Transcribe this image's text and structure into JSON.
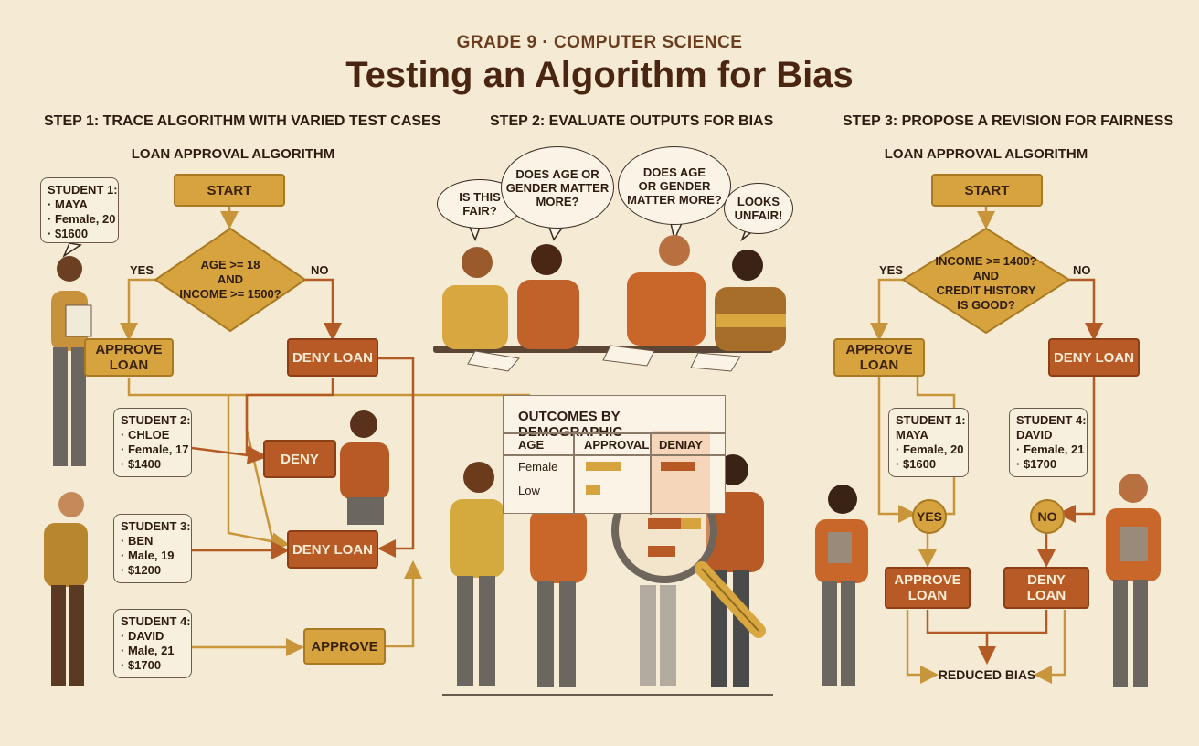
{
  "header": {
    "kicker": "GRADE 9 · COMPUTER SCIENCE",
    "title": "Testing an Algorithm for Bias"
  },
  "step1": {
    "heading": "STEP 1: TRACE ALGORITHM WITH VARIED TEST CASES",
    "subheading": "LOAN APPROVAL ALGORITHM",
    "start": "START",
    "decision_line1": "AGE >= 18",
    "decision_line2": "AND",
    "decision_line3": "INCOME >= 1500?",
    "yes": "YES",
    "no": "NO",
    "approve_loan_line1": "APPROVE",
    "approve_loan_line2": "LOAN",
    "deny_loan_top": "DENY LOAN",
    "deny": "DENY",
    "deny_loan_bottom": "DENY LOAN",
    "approve": "APPROVE",
    "students": [
      {
        "label": "STUDENT 1:",
        "name": "· MAYA",
        "info": "· Female, 20",
        "income": "· $1600"
      },
      {
        "label": "STUDENT 2:",
        "name": "· CHLOE",
        "info": "· Female, 17",
        "income": "· $1400"
      },
      {
        "label": "STUDENT 3:",
        "name": "· BEN",
        "info": "· Male, 19",
        "income": "· $1200"
      },
      {
        "label": "STUDENT 4:",
        "name": "· DAVID",
        "info": "· Male, 21",
        "income": "· $1700"
      }
    ]
  },
  "step2": {
    "heading": "STEP 2: EVALUATE OUTPUTS FOR BIAS",
    "bubbles": [
      {
        "line1": "IS THIS",
        "line2": "FAIR?"
      },
      {
        "line1": "DOES AGE OR",
        "line2": "GENDER MATTER",
        "line3": "MORE?"
      },
      {
        "line1": "DOES AGE",
        "line2": "OR GENDER",
        "line3": "MATTER MORE?"
      },
      {
        "line1": "LOOKS",
        "line2": "UNFAIR!"
      }
    ],
    "table": {
      "title": "OUTCOMES BY DEMOGRAPHIC",
      "headers": [
        "AGE",
        "APPROVAL",
        "DENIAY"
      ],
      "rows": [
        "Female",
        "Low"
      ]
    }
  },
  "step3": {
    "heading": "STEP 3: PROPOSE A REVISION FOR FAIRNESS",
    "subheading": "LOAN APPROVAL ALGORITHM",
    "start": "START",
    "decision_line1": "INCOME >= 1400?",
    "decision_line2": "AND",
    "decision_line3": "CREDIT HISTORY",
    "decision_line4": "IS GOOD?",
    "yes": "YES",
    "no": "NO",
    "approve_loan_line1": "APPROVE",
    "approve_loan_line2": "LOAN",
    "deny_loan": "DENY LOAN",
    "students": [
      {
        "label": "STUDENT 1:",
        "name": "MAYA",
        "info": "· Female, 20",
        "income": "· $1600"
      },
      {
        "label": "STUDENT 4:",
        "name": "DAVID",
        "info": "· Female, 21",
        "income": "· $1700"
      }
    ],
    "yes_circle": "YES",
    "no_circle": "NO",
    "approve_loan2_line1": "APPROVE",
    "approve_loan2_line2": "LOAN",
    "deny_loan2_line1": "DENY",
    "deny_loan2_line2": "LOAN",
    "reduced_bias": "REDUCED BIAS"
  },
  "colors": {
    "background": "#f5ead4",
    "gold": "#d6a33f",
    "rust": "#b85a25",
    "dark_brown": "#4a2512"
  }
}
